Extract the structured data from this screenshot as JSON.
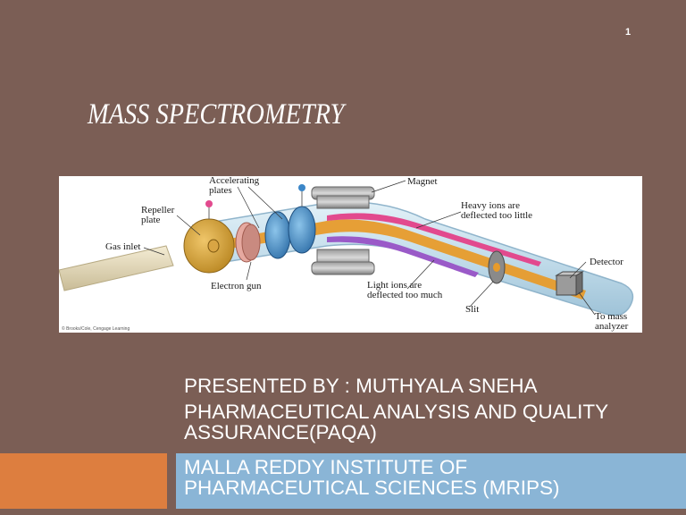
{
  "slide": {
    "page_number": "1",
    "title": "MASS   SPECTROMETRY"
  },
  "figure": {
    "labels": {
      "accelerating_line1": "Accelerating",
      "accelerating_line2": "plates",
      "magnet": "Magnet",
      "repeller_line1": "Repeller",
      "repeller_line2": "plate",
      "heavy_line1": "Heavy ions are",
      "heavy_line2": "deflected too little",
      "gas_inlet": "Gas inlet",
      "detector": "Detector",
      "electron_gun": "Electron gun",
      "light_line1": "Light ions are",
      "light_line2": "deflected too much",
      "slit": "Slit",
      "to_mass_line1": "To mass",
      "to_mass_line2": "analyzer",
      "credit": "© Brooks/Cole, Cengage Learning"
    }
  },
  "presenter": {
    "line1": "PRESENTED BY : MUTHYALA SNEHA",
    "line2": "PHARMACEUTICAL ANALYSIS AND QUALITY",
    "line3": "ASSURANCE(PAQA)"
  },
  "institute": {
    "line1": "MALLA REDDY INSTITUTE OF",
    "line2": "PHARMACEUTICAL SCIENCES (MRIPS)"
  },
  "colors": {
    "background": "#7b5e55",
    "orange_bar": "#dd7e3f",
    "blue_bar": "#8ab5d6",
    "text": "#ffffff"
  }
}
